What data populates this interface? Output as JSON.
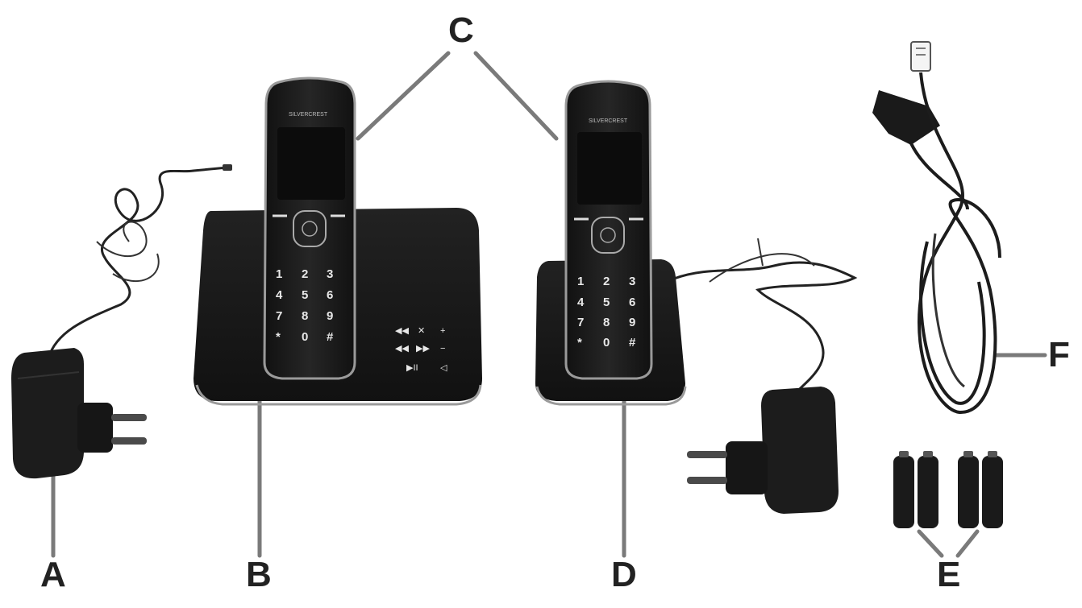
{
  "callouts": {
    "a": "A",
    "b": "B",
    "c": "C",
    "d": "D",
    "e": "E",
    "f": "F"
  },
  "keypad": [
    "1",
    "2",
    "3",
    "4",
    "5",
    "6",
    "7",
    "8",
    "9",
    "*",
    "0",
    "#"
  ],
  "base_buttons": [
    "◀◀",
    "✕",
    "+",
    "◀◀",
    "▶▶",
    "−",
    "▶II",
    "◁"
  ],
  "colors": {
    "device": "#1b1b1b",
    "device_edge": "#8a8a8a",
    "leader_line": "#777777",
    "label": "#222222"
  }
}
